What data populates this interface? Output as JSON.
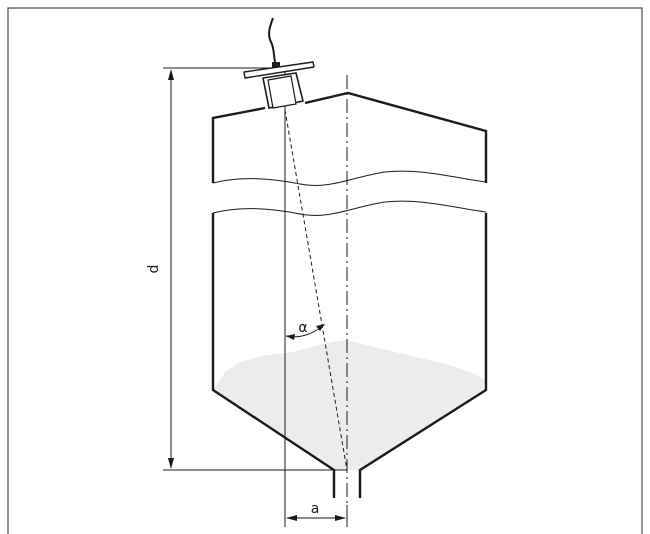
{
  "labels": {
    "distance": "d",
    "offset": "a",
    "angle": "α"
  },
  "colors": {
    "stroke": "#1a1a1a",
    "fill_material": "#ececec",
    "frame": "#4a4a4a",
    "background": "#ffffff"
  }
}
